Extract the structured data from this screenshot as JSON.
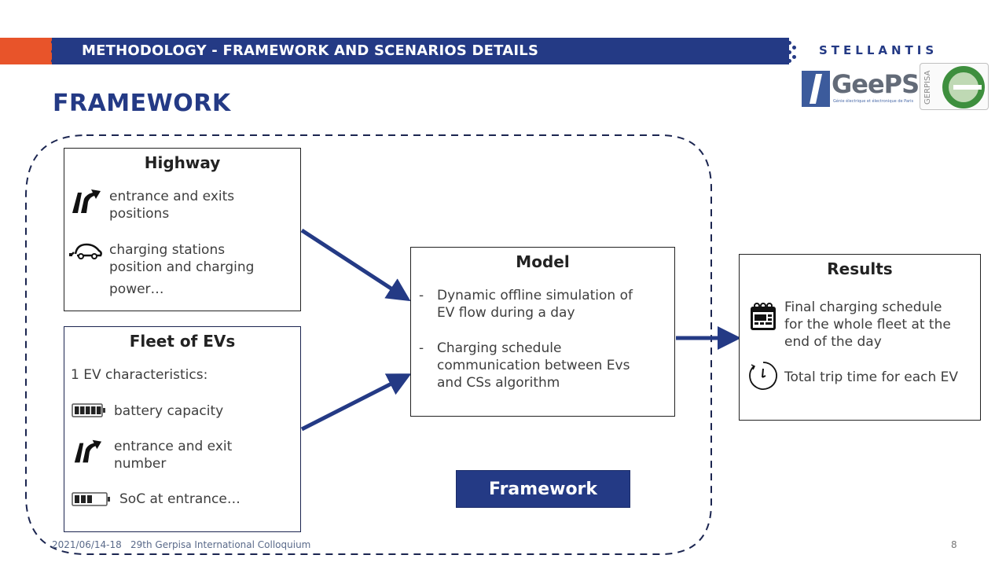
{
  "header": {
    "banner_title": "METHODOLOGY - FRAMEWORK AND SCENARIOS DETAILS",
    "colors": {
      "brand_blue": "#243a85",
      "brand_orange": "#e8542a"
    }
  },
  "logos": {
    "stellantis": "STELLANTIS",
    "geeps": "GeePS",
    "geeps_subtitle": "Génie électrique et électronique de Paris",
    "gerpisa": "GERPISA"
  },
  "page": {
    "heading": "FRAMEWORK"
  },
  "diagram": {
    "region_label": "Framework",
    "highway": {
      "title": "Highway",
      "items": [
        {
          "icon": "highway-exit-icon",
          "text_line1": "entrance and exits",
          "text_line2": "positions"
        },
        {
          "icon": "ev-charging-car-icon",
          "text_line1": "charging stations",
          "text_line2": "position and charging",
          "text_line3": "power…"
        }
      ]
    },
    "fleet": {
      "title": "Fleet of EVs",
      "intro": "1 EV characteristics:",
      "items": [
        {
          "icon": "battery-full-icon",
          "text_line1": "battery capacity"
        },
        {
          "icon": "highway-exit-icon",
          "text_line1": "entrance and exit",
          "text_line2": "number"
        },
        {
          "icon": "battery-partial-icon",
          "text_line1": "SoC at entrance…"
        }
      ]
    },
    "model": {
      "title": "Model",
      "items": [
        {
          "bullet": "-",
          "text_line1": "Dynamic offline simulation of",
          "text_line2": "EV flow during a day"
        },
        {
          "bullet": "-",
          "text_line1": "Charging schedule",
          "text_line2": "communication between Evs",
          "text_line3": "and CSs algorithm"
        }
      ]
    },
    "results": {
      "title": "Results",
      "items": [
        {
          "icon": "calendar-icon",
          "text_line1": "Final charging schedule",
          "text_line2": "for the whole fleet at the",
          "text_line3": "end of the day"
        },
        {
          "icon": "timer-icon",
          "text_line1": "Total trip time for each EV"
        }
      ]
    }
  },
  "footer": {
    "date": "2021/06/14-18",
    "event": "29th Gerpisa International Colloquium",
    "page_number": "8"
  }
}
